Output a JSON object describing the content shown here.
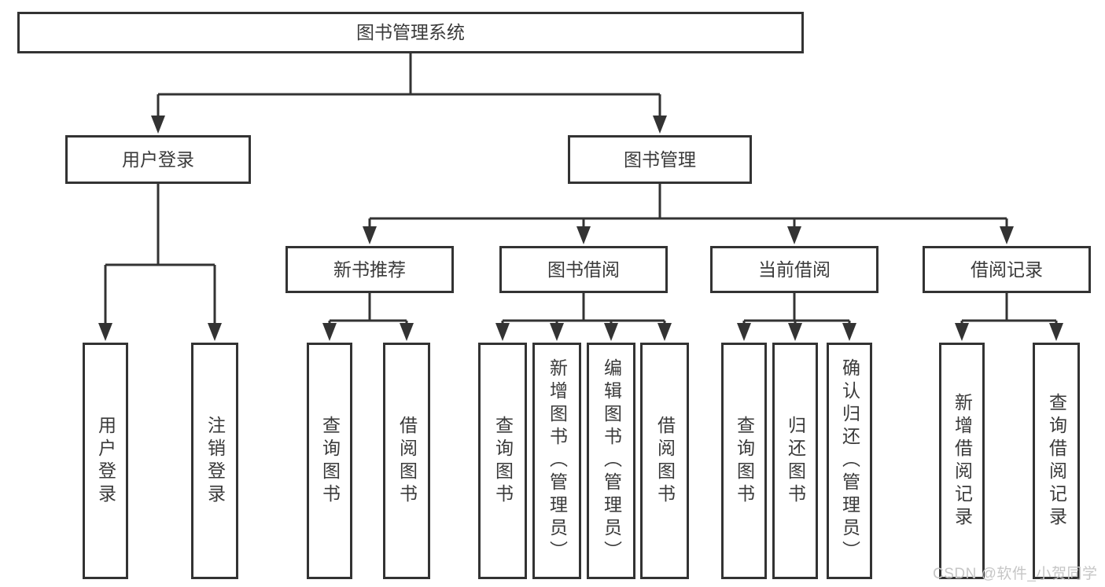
{
  "diagram": {
    "title_node": "图书管理系统",
    "level2": {
      "user_login": "用户登录",
      "book_mgmt": "图书管理"
    },
    "level3": {
      "new_books": "新书推荐",
      "book_borrow": "图书借阅",
      "current_borrow": "当前借阅",
      "borrow_records": "借阅记录"
    },
    "leaves": {
      "ul_login": "用户登录",
      "ul_logout": "注销登录",
      "nb_query": "查询图书",
      "nb_borrow": "借阅图书",
      "bb_query": "查询图书",
      "bb_add": "新增图书（管理员）",
      "bb_edit": "编辑图书（管理员）",
      "bb_borrow": "借阅图书",
      "cb_query": "查询图书",
      "cb_return": "归还图书",
      "cb_confirm": "确认归还（管理员）",
      "br_add": "新增借阅记录",
      "br_query": "查询借阅记录"
    }
  },
  "watermark": "CSDN @软件_小贺同学",
  "colors": {
    "line": "#333333",
    "text": "#3a3a3a",
    "box_background": "#ffffff",
    "watermark": "#c6c6c6",
    "background": "#ffffff"
  }
}
